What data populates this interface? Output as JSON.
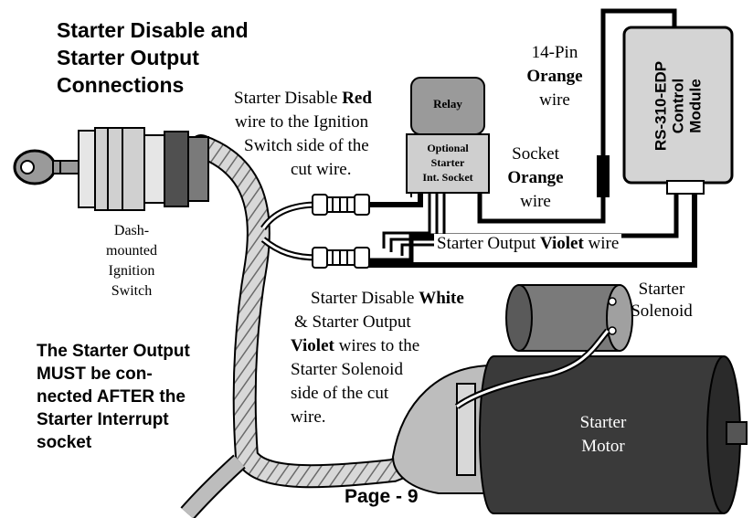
{
  "title": {
    "line1": "Starter Disable and",
    "line2": "Starter Output",
    "line3": "Connections"
  },
  "relay": {
    "label": "Relay"
  },
  "socket_box": {
    "line1": "Optional",
    "line2": "Starter",
    "line3": "Int. Socket"
  },
  "module": {
    "line1": "RS-310-EDP",
    "line2": "Control",
    "line3": "Module"
  },
  "pin14": {
    "line1": "14-Pin",
    "line2": "Orange",
    "line3": "wire"
  },
  "socket_wire": {
    "line1": "Socket",
    "line2": "Orange",
    "line3": "wire"
  },
  "starter_output_label": {
    "prefix": "Starter Output ",
    "bold": "Violet",
    "suffix": " wire"
  },
  "disable_red": {
    "l1_prefix": "Starter Disable ",
    "l1_bold": "Red",
    "line2": "wire to the Ignition",
    "line3": "Switch side of the",
    "line4": "cut wire."
  },
  "ignition_switch": {
    "line1": "Dash-",
    "line2": "mounted",
    "line3": "Ignition",
    "line4": "Switch"
  },
  "disable_white": {
    "l1_prefix": "Starter Disable ",
    "l1_bold": "White",
    "line2": "& Starter Output",
    "l3_bold": "Violet",
    "l3_suffix": " wires to the",
    "line4": "Starter Solenoid",
    "line5": "side of the cut",
    "line6": "wire."
  },
  "solenoid": {
    "line1": "Starter",
    "line2": "Solenoid"
  },
  "motor": {
    "line1": "Starter",
    "line2": "Motor"
  },
  "warning": {
    "line1": "The Starter Output",
    "line2": "MUST be con-",
    "line3": "nected AFTER the",
    "line4": "Starter Interrupt",
    "line5": "socket"
  },
  "page": {
    "label": "Page - 9"
  },
  "colors": {
    "motor_dark": "#3a3a3a",
    "gray_light": "#d4d4d4",
    "gray_mid": "#9a9a9a",
    "wire": "#000000"
  }
}
